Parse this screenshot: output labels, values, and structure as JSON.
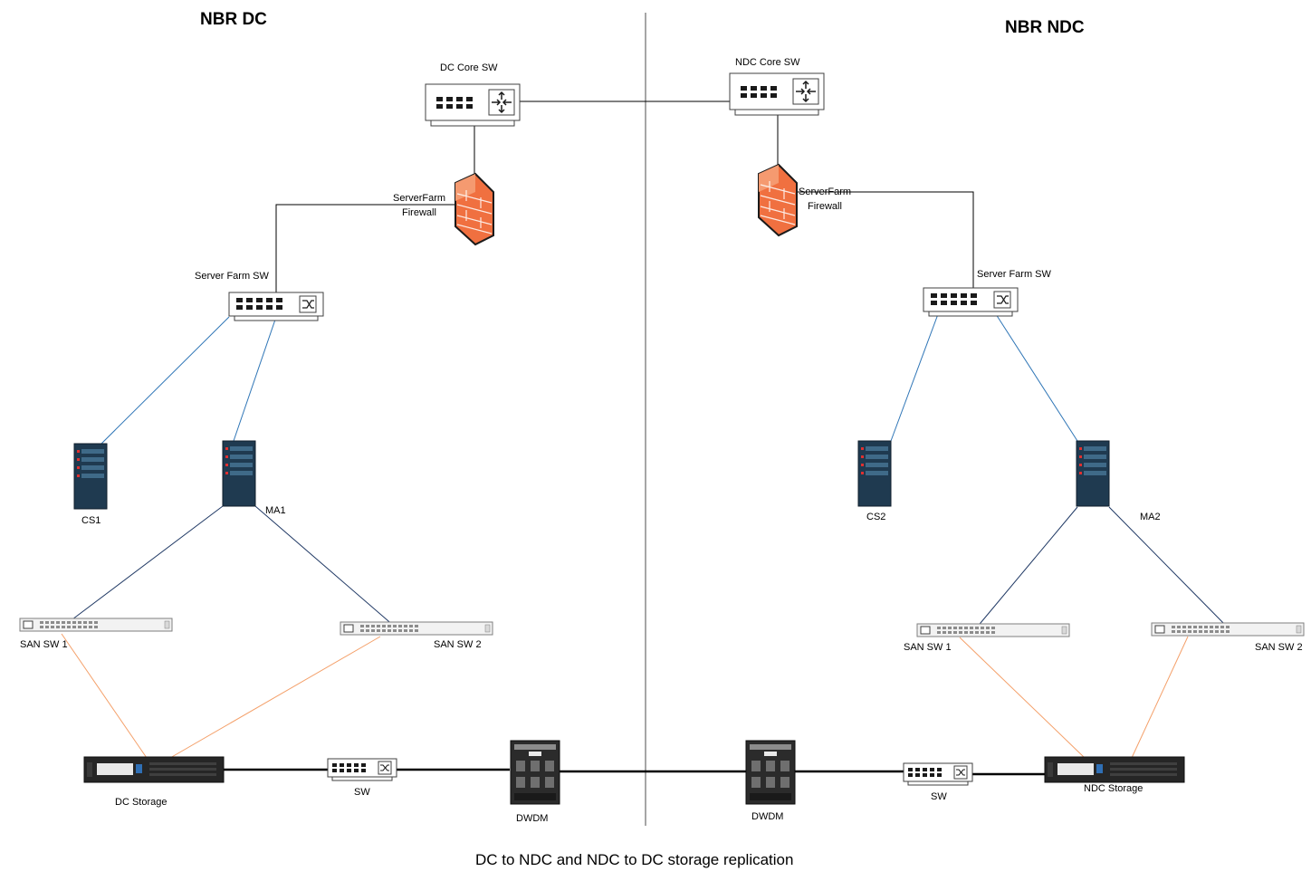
{
  "sites": {
    "left": "NBR DC",
    "right": "NBR NDC"
  },
  "caption": "DC to NDC and NDC to DC storage replication",
  "labels": {
    "dc_core_sw": "DC Core SW",
    "ndc_core_sw": "NDC Core SW",
    "dc_fw_line1": "ServerFarm",
    "dc_fw_line2": "Firewall",
    "ndc_fw_line1": "ServerFarm",
    "ndc_fw_line2": "Firewall",
    "dc_serverfarm_sw": "Server Farm SW",
    "ndc_serverfarm_sw": "Server Farm SW",
    "cs1": "CS1",
    "ma1": "MA1",
    "cs2": "CS2",
    "ma2": "MA2",
    "dc_san_sw1": "SAN SW 1",
    "dc_san_sw2": "SAN SW 2",
    "ndc_san_sw1": "SAN SW 1",
    "ndc_san_sw2": "SAN SW 2",
    "dc_storage": "DC Storage",
    "ndc_storage": "NDC Storage",
    "dc_sw": "SW",
    "ndc_sw": "SW",
    "dc_dwdm": "DWDM",
    "ndc_dwdm": "DWDM"
  },
  "icons": {
    "core_switch": "router-switch-icon",
    "switch": "switch-icon",
    "firewall": "firewall-icon",
    "server": "server-icon",
    "san_switch": "san-switch-icon",
    "storage": "storage-array-icon",
    "dwdm": "dwdm-chassis-icon"
  },
  "colors": {
    "ethernet_link": "#000000",
    "server_link": "#2e75b6",
    "san_link": "#1f3864",
    "storage_link": "#f4a06a",
    "divider": "#a6a6a6",
    "firewall": "#f07040",
    "server_body": "#1f3a50"
  }
}
